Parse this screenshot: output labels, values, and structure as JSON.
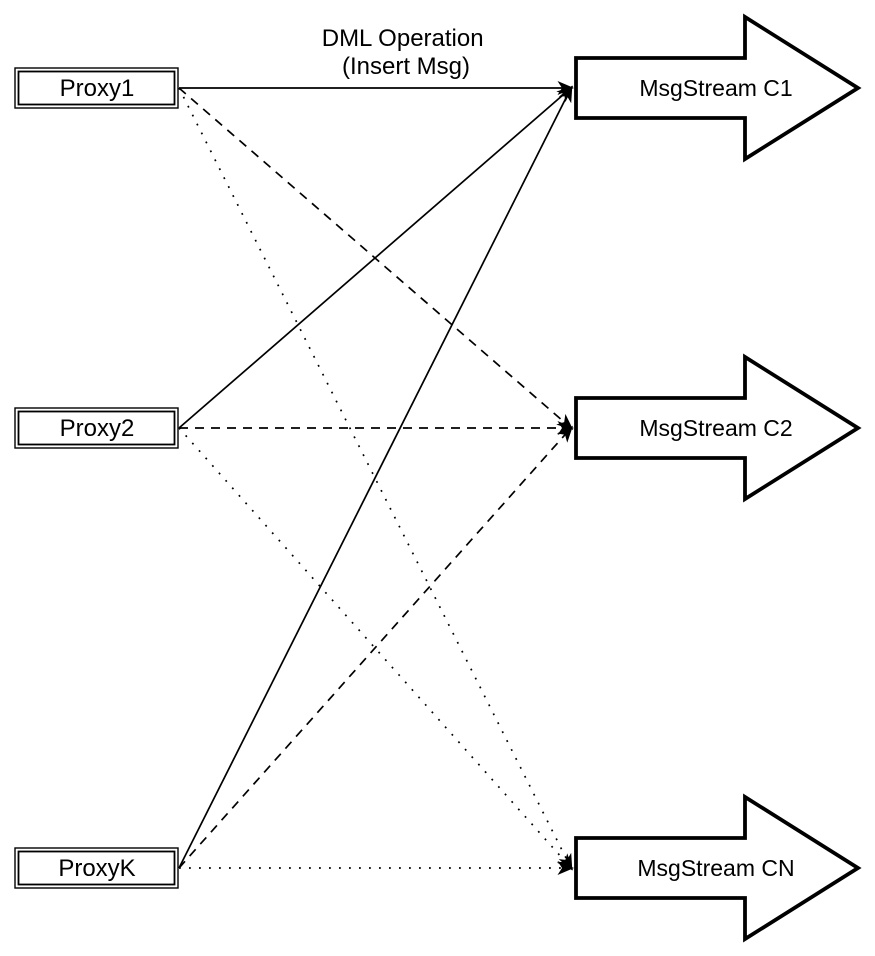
{
  "diagram": {
    "title": {
      "line1": "DML Operation",
      "line2": "(Insert Msg)"
    },
    "proxies": [
      {
        "id": "proxy1",
        "label": "Proxy1"
      },
      {
        "id": "proxy2",
        "label": "Proxy2"
      },
      {
        "id": "proxyk",
        "label": "ProxyK"
      }
    ],
    "streams": [
      {
        "id": "c1",
        "label": "MsgStream C1"
      },
      {
        "id": "c2",
        "label": "MsgStream C2"
      },
      {
        "id": "cn",
        "label": "MsgStream CN"
      }
    ],
    "connections": [
      {
        "from": "proxy1",
        "to": "c1",
        "style": "solid"
      },
      {
        "from": "proxy1",
        "to": "c2",
        "style": "dashed"
      },
      {
        "from": "proxy1",
        "to": "cn",
        "style": "dotted"
      },
      {
        "from": "proxy2",
        "to": "c1",
        "style": "solid"
      },
      {
        "from": "proxy2",
        "to": "c2",
        "style": "dashed"
      },
      {
        "from": "proxy2",
        "to": "cn",
        "style": "dotted"
      },
      {
        "from": "proxyk",
        "to": "c1",
        "style": "solid"
      },
      {
        "from": "proxyk",
        "to": "c2",
        "style": "dashed"
      },
      {
        "from": "proxyk",
        "to": "cn",
        "style": "dotted"
      }
    ],
    "colors": {
      "stroke": "#000000",
      "fill": "#ffffff",
      "background": "#ffffff"
    }
  }
}
